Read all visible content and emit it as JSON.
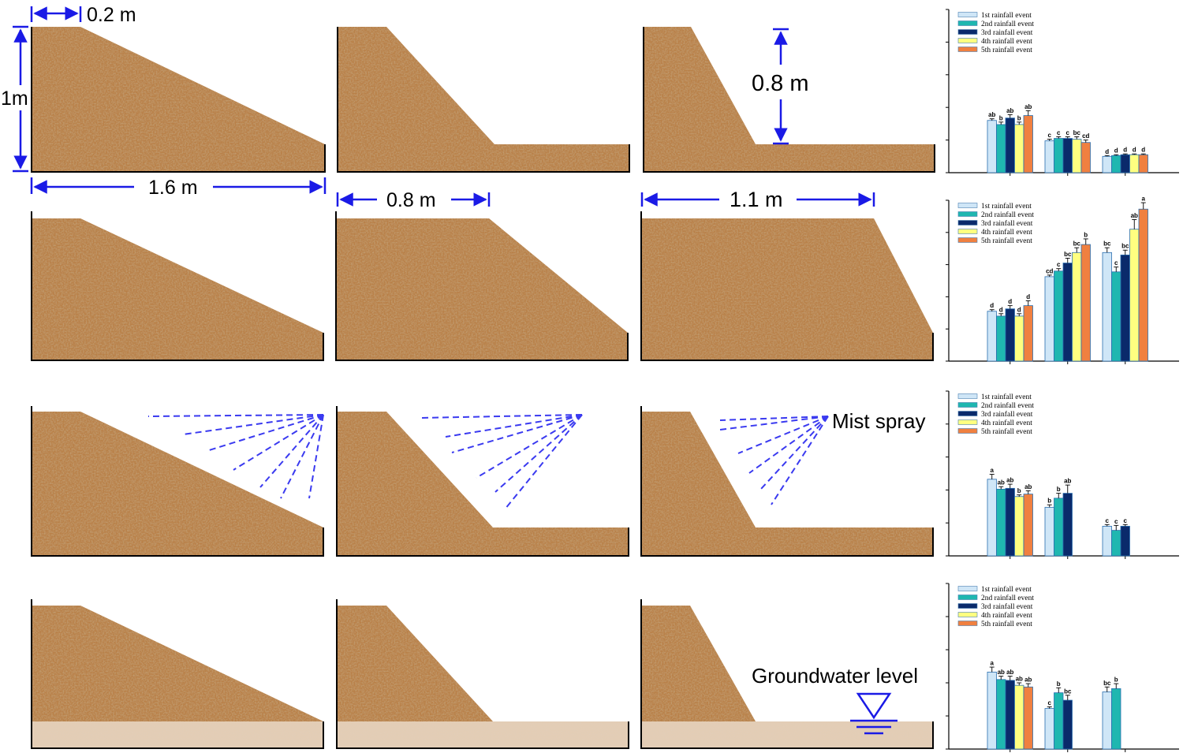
{
  "dimensions": {
    "crest_width": "0.2 m",
    "height": "1m",
    "base_length": "1.6 m",
    "bench_width": "0.8 m",
    "bench_height": "0.8 m",
    "slope_run": "1.1 m"
  },
  "labels": {
    "mist_spray": "Mist spray",
    "groundwater_level": "Groundwater level"
  },
  "colors": {
    "soil": "#b9814a",
    "soil_dark": "#8a5a2c",
    "soil_light": "#d8a26a",
    "groundwater_soil": "#e3cdb5",
    "dimension_blue": "#1a1ae6",
    "spray_blue": "#3a3af0"
  },
  "chart_data": [
    {
      "type": "bar",
      "legend": [
        "1st rainfall event",
        "2nd rainfall event",
        "3rd rainfall event",
        "4th rainfall event",
        "5th rainfall event"
      ],
      "series_colors": [
        "#cfe6f7",
        "#1fb7b0",
        "#0a2a6b",
        "#ffff80",
        "#f08040"
      ],
      "ylim": [
        0,
        10
      ],
      "groups": [
        {
          "values": [
            3.2,
            2.95,
            3.35,
            2.95,
            3.5
          ],
          "errors": [
            0.1,
            0.15,
            0.2,
            0.15,
            0.3
          ],
          "labels": [
            "ab",
            "b",
            "ab",
            "b",
            "ab"
          ]
        },
        {
          "values": [
            1.95,
            2.1,
            2.1,
            2.05,
            1.85
          ],
          "errors": [
            0.1,
            0.1,
            0.1,
            0.15,
            0.15
          ],
          "labels": [
            "c",
            "c",
            "c",
            "bc",
            "cd"
          ]
        },
        {
          "values": [
            1.0,
            1.05,
            1.1,
            1.1,
            1.1
          ],
          "errors": [
            0.05,
            0.05,
            0.05,
            0.05,
            0.05
          ],
          "labels": [
            "d",
            "d",
            "d",
            "d",
            "d"
          ]
        }
      ]
    },
    {
      "type": "bar",
      "legend": [
        "1st rainfall event",
        "2nd rainfall event",
        "3rd rainfall event",
        "4th rainfall event",
        "5th rainfall event"
      ],
      "series_colors": [
        "#cfe6f7",
        "#1fb7b0",
        "#0a2a6b",
        "#ffff80",
        "#f08040"
      ],
      "ylim": [
        0,
        10
      ],
      "groups": [
        {
          "values": [
            3.1,
            2.8,
            3.25,
            2.8,
            3.45
          ],
          "errors": [
            0.1,
            0.15,
            0.2,
            0.15,
            0.3
          ],
          "labels": [
            "d",
            "d",
            "d",
            "d",
            "d"
          ]
        },
        {
          "values": [
            5.25,
            5.6,
            6.1,
            6.75,
            7.25
          ],
          "errors": [
            0.1,
            0.15,
            0.3,
            0.3,
            0.35
          ],
          "labels": [
            "cd",
            "c",
            "bc",
            "bc",
            "b"
          ]
        },
        {
          "values": [
            6.75,
            5.55,
            6.6,
            8.2,
            9.45
          ],
          "errors": [
            0.3,
            0.3,
            0.3,
            0.6,
            0.4
          ],
          "labels": [
            "bc",
            "c",
            "bc",
            "ab",
            "a"
          ]
        }
      ]
    },
    {
      "type": "bar",
      "legend": [
        "1st rainfall event",
        "2nd rainfall event",
        "3rd rainfall event",
        "4th rainfall event",
        "5th rainfall event"
      ],
      "series_colors": [
        "#cfe6f7",
        "#1fb7b0",
        "#0a2a6b",
        "#ffff80",
        "#f08040"
      ],
      "ylim": [
        0,
        10
      ],
      "groups": [
        {
          "values": [
            4.65,
            4.05,
            4.1,
            3.6,
            3.75
          ],
          "errors": [
            0.3,
            0.15,
            0.25,
            0.1,
            0.2
          ],
          "labels": [
            "a",
            "ab",
            "ab",
            "b",
            "ab"
          ]
        },
        {
          "values": [
            2.95,
            3.5,
            3.8,
            null,
            null
          ],
          "errors": [
            0.15,
            0.3,
            0.5,
            0,
            0
          ],
          "labels": [
            "b",
            "b",
            "ab",
            "",
            ""
          ]
        },
        {
          "values": [
            1.8,
            1.55,
            1.8,
            null,
            null
          ],
          "errors": [
            0.1,
            0.3,
            0.1,
            0,
            0
          ],
          "labels": [
            "c",
            "c",
            "c",
            "",
            ""
          ]
        }
      ]
    },
    {
      "type": "bar",
      "legend": [
        "1st rainfall event",
        "2nd rainfall event",
        "3rd rainfall event",
        "4th rainfall event",
        "5th rainfall event"
      ],
      "series_colors": [
        "#cfe6f7",
        "#1fb7b0",
        "#0a2a6b",
        "#ffff80",
        "#f08040"
      ],
      "ylim": [
        0,
        10
      ],
      "groups": [
        {
          "values": [
            4.65,
            4.2,
            4.15,
            3.85,
            3.75
          ],
          "errors": [
            0.3,
            0.2,
            0.25,
            0.15,
            0.2
          ],
          "labels": [
            "a",
            "ab",
            "ab",
            "ab",
            "ab"
          ]
        },
        {
          "values": [
            2.45,
            3.4,
            2.95,
            null,
            null
          ],
          "errors": [
            0.1,
            0.3,
            0.3,
            0,
            0
          ],
          "labels": [
            "c",
            "b",
            "bc",
            "",
            ""
          ]
        },
        {
          "values": [
            3.45,
            3.65,
            null,
            null,
            null
          ],
          "errors": [
            0.3,
            0.3,
            0,
            0,
            0
          ],
          "labels": [
            "bc",
            "b",
            "",
            "",
            ""
          ]
        }
      ]
    }
  ]
}
